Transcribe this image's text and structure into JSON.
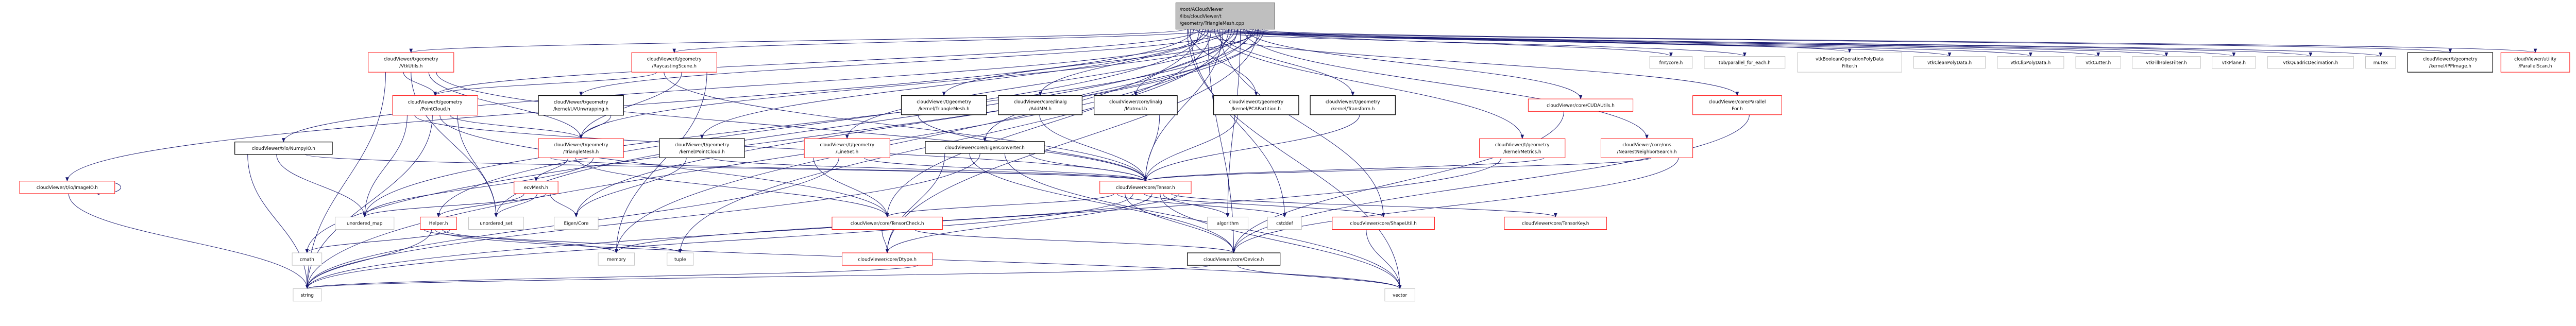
{
  "graph": {
    "edge_color": "#191970",
    "style_colors": {
      "root_fill": "#bfbfbf",
      "root_border": "#404040",
      "red": "#ff0000",
      "black": "#000000",
      "gray": "#bfbfbf"
    },
    "nodes": [
      {
        "id": "root",
        "style": "root",
        "lines": [
          "/root/ACloudViewer",
          "/libs/cloudViewer/t",
          "/geometry/TriangleMesh.cpp"
        ]
      },
      {
        "id": "vtkutils",
        "style": "red",
        "lines": [
          "cloudViewer/t/geometry",
          "/VtkUtils.h"
        ]
      },
      {
        "id": "raycast",
        "style": "red",
        "lines": [
          "cloudViewer/t/geometry",
          "/RaycastingScene.h"
        ]
      },
      {
        "id": "fmt",
        "style": "gray",
        "lines": [
          "fmt/core.h"
        ]
      },
      {
        "id": "tbb",
        "style": "gray",
        "lines": [
          "tbb/parallel_for_each.h"
        ]
      },
      {
        "id": "vtkbool",
        "style": "gray",
        "lines": [
          "vtkBooleanOperationPolyData",
          "Filter.h"
        ]
      },
      {
        "id": "vtkclean",
        "style": "gray",
        "lines": [
          "vtkCleanPolyData.h"
        ]
      },
      {
        "id": "vtkclip",
        "style": "gray",
        "lines": [
          "vtkClipPolyData.h"
        ]
      },
      {
        "id": "vtkcutter",
        "style": "gray",
        "lines": [
          "vtkCutter.h"
        ]
      },
      {
        "id": "vtkfill",
        "style": "gray",
        "lines": [
          "vtkFillHolesFilter.h"
        ]
      },
      {
        "id": "vtkplane",
        "style": "gray",
        "lines": [
          "vtkPlane.h"
        ]
      },
      {
        "id": "vtkquad",
        "style": "gray",
        "lines": [
          "vtkQuadricDecimation.h"
        ]
      },
      {
        "id": "mutex",
        "style": "gray",
        "lines": [
          "mutex"
        ]
      },
      {
        "id": "ipp",
        "style": "black",
        "lines": [
          "cloudViewer/t/geometry",
          "/kernel/IPPImage.h"
        ]
      },
      {
        "id": "pscan",
        "style": "red",
        "lines": [
          "cloudViewer/utility",
          "/ParallelScan.h"
        ]
      },
      {
        "id": "pointcloud",
        "style": "red",
        "lines": [
          "cloudViewer/t/geometry",
          "/PointCloud.h"
        ]
      },
      {
        "id": "uvunwrap",
        "style": "black",
        "lines": [
          "cloudViewer/t/geometry",
          "/kernel/UVUnwrapping.h"
        ]
      },
      {
        "id": "kmesh",
        "style": "black",
        "lines": [
          "cloudViewer/t/geometry",
          "/kernel/TriangleMesh.h"
        ]
      },
      {
        "id": "addmm",
        "style": "black",
        "lines": [
          "cloudViewer/core/linalg",
          "/AddMM.h"
        ]
      },
      {
        "id": "matmul",
        "style": "black",
        "lines": [
          "cloudViewer/core/linalg",
          "/Matmul.h"
        ]
      },
      {
        "id": "pca",
        "style": "black",
        "lines": [
          "cloudViewer/t/geometry",
          "/kernel/PCAPartition.h"
        ]
      },
      {
        "id": "transform",
        "style": "black",
        "lines": [
          "cloudViewer/t/geometry",
          "/kernel/Transform.h"
        ]
      },
      {
        "id": "cuda",
        "style": "red",
        "lines": [
          "cloudViewer/core/CUDAUtils.h"
        ]
      },
      {
        "id": "pfor",
        "style": "red",
        "lines": [
          "cloudViewer/core/Parallel",
          "For.h"
        ]
      },
      {
        "id": "numpy",
        "style": "black",
        "lines": [
          "cloudViewer/t/io/NumpyIO.h"
        ]
      },
      {
        "id": "tmesh",
        "style": "red",
        "lines": [
          "cloudViewer/t/geometry",
          "/TriangleMesh.h"
        ]
      },
      {
        "id": "kpc",
        "style": "black",
        "lines": [
          "cloudViewer/t/geometry",
          "/kernel/PointCloud.h"
        ]
      },
      {
        "id": "lineset",
        "style": "red",
        "lines": [
          "cloudViewer/t/geometry",
          "/LineSet.h"
        ]
      },
      {
        "id": "eigenconv",
        "style": "black",
        "lines": [
          "cloudViewer/core/EigenConverter.h"
        ]
      },
      {
        "id": "metrics",
        "style": "red",
        "lines": [
          "cloudViewer/t/geometry",
          "/kernel/Metrics.h"
        ]
      },
      {
        "id": "nns",
        "style": "red",
        "lines": [
          "cloudViewer/core/nns",
          "/NearestNeighborSearch.h"
        ]
      },
      {
        "id": "imageio",
        "style": "red",
        "lines": [
          "cloudViewer/t/io/ImageIO.h"
        ]
      },
      {
        "id": "ecvmesh",
        "style": "red",
        "lines": [
          "ecvMesh.h"
        ]
      },
      {
        "id": "tensor",
        "style": "red",
        "lines": [
          "cloudViewer/core/Tensor.h"
        ]
      },
      {
        "id": "umap",
        "style": "gray",
        "lines": [
          "unordered_map"
        ]
      },
      {
        "id": "helper",
        "style": "red",
        "lines": [
          "Helper.h"
        ]
      },
      {
        "id": "uset",
        "style": "gray",
        "lines": [
          "unordered_set"
        ]
      },
      {
        "id": "eigencore",
        "style": "gray",
        "lines": [
          "Eigen/Core"
        ]
      },
      {
        "id": "tcheck",
        "style": "red",
        "lines": [
          "cloudViewer/core/TensorCheck.h"
        ]
      },
      {
        "id": "algorithm",
        "style": "gray",
        "lines": [
          "algorithm"
        ]
      },
      {
        "id": "cstddef",
        "style": "gray",
        "lines": [
          "cstddef"
        ]
      },
      {
        "id": "shapeutil",
        "style": "red",
        "lines": [
          "cloudViewer/core/ShapeUtil.h"
        ]
      },
      {
        "id": "tkey",
        "style": "red",
        "lines": [
          "cloudViewer/core/TensorKey.h"
        ]
      },
      {
        "id": "cmath",
        "style": "gray",
        "lines": [
          "cmath"
        ]
      },
      {
        "id": "memory",
        "style": "gray",
        "lines": [
          "memory"
        ]
      },
      {
        "id": "tuple",
        "style": "gray",
        "lines": [
          "tuple"
        ]
      },
      {
        "id": "dtype",
        "style": "red",
        "lines": [
          "cloudViewer/core/Dtype.h"
        ]
      },
      {
        "id": "device",
        "style": "black",
        "lines": [
          "cloudViewer/core/Device.h"
        ]
      },
      {
        "id": "string",
        "style": "gray",
        "lines": [
          "string"
        ]
      },
      {
        "id": "vector",
        "style": "gray",
        "lines": [
          "vector"
        ]
      }
    ],
    "edges": [
      [
        "root",
        "vtkutils"
      ],
      [
        "root",
        "raycast"
      ],
      [
        "root",
        "fmt"
      ],
      [
        "root",
        "tbb"
      ],
      [
        "root",
        "vtkbool"
      ],
      [
        "root",
        "vtkclean"
      ],
      [
        "root",
        "vtkclip"
      ],
      [
        "root",
        "vtkcutter"
      ],
      [
        "root",
        "vtkfill"
      ],
      [
        "root",
        "vtkplane"
      ],
      [
        "root",
        "vtkquad"
      ],
      [
        "root",
        "mutex"
      ],
      [
        "root",
        "ipp"
      ],
      [
        "root",
        "pscan"
      ],
      [
        "root",
        "pointcloud"
      ],
      [
        "root",
        "uvunwrap"
      ],
      [
        "root",
        "kmesh"
      ],
      [
        "root",
        "addmm"
      ],
      [
        "root",
        "matmul"
      ],
      [
        "root",
        "pca"
      ],
      [
        "root",
        "transform"
      ],
      [
        "root",
        "cuda"
      ],
      [
        "root",
        "pfor"
      ],
      [
        "root",
        "numpy"
      ],
      [
        "root",
        "tmesh"
      ],
      [
        "root",
        "kpc"
      ],
      [
        "root",
        "lineset"
      ],
      [
        "root",
        "eigenconv"
      ],
      [
        "root",
        "metrics"
      ],
      [
        "root",
        "nns"
      ],
      [
        "root",
        "imageio"
      ],
      [
        "root",
        "tensor"
      ],
      [
        "root",
        "umap"
      ],
      [
        "root",
        "helper"
      ],
      [
        "root",
        "uset"
      ],
      [
        "root",
        "eigencore"
      ],
      [
        "root",
        "tcheck"
      ],
      [
        "root",
        "algorithm"
      ],
      [
        "root",
        "cstddef"
      ],
      [
        "root",
        "shapeutil"
      ],
      [
        "root",
        "cmath"
      ],
      [
        "root",
        "memory"
      ],
      [
        "root",
        "tuple"
      ],
      [
        "root",
        "dtype"
      ],
      [
        "root",
        "device"
      ],
      [
        "root",
        "string"
      ],
      [
        "root",
        "vector"
      ],
      [
        "vtkutils",
        "pointcloud"
      ],
      [
        "vtkutils",
        "tmesh"
      ],
      [
        "vtkutils",
        "string"
      ],
      [
        "vtkutils",
        "uset"
      ],
      [
        "vtkutils",
        "tensor"
      ],
      [
        "raycast",
        "pointcloud"
      ],
      [
        "raycast",
        "tmesh"
      ],
      [
        "raycast",
        "memory"
      ],
      [
        "raycast",
        "tensor"
      ],
      [
        "pointcloud",
        "tmesh"
      ],
      [
        "pointcloud",
        "umap"
      ],
      [
        "pointcloud",
        "string"
      ],
      [
        "pointcloud",
        "uset"
      ],
      [
        "pointcloud",
        "tensor"
      ],
      [
        "pointcloud",
        "tcheck"
      ],
      [
        "uvunwrap",
        "tmesh"
      ],
      [
        "tmesh",
        "ecvmesh"
      ],
      [
        "tmesh",
        "umap"
      ],
      [
        "tmesh",
        "tensor"
      ],
      [
        "tmesh",
        "tcheck"
      ],
      [
        "ecvmesh",
        "umap"
      ],
      [
        "ecvmesh",
        "helper"
      ],
      [
        "ecvmesh",
        "uset"
      ],
      [
        "ecvmesh",
        "eigencore"
      ],
      [
        "kpc",
        "eigencore"
      ],
      [
        "kpc",
        "tensor"
      ],
      [
        "lineset",
        "tcheck"
      ],
      [
        "lineset",
        "string"
      ],
      [
        "lineset",
        "tensor"
      ],
      [
        "kmesh",
        "tensor"
      ],
      [
        "addmm",
        "tensor"
      ],
      [
        "matmul",
        "tensor"
      ],
      [
        "pca",
        "tensor"
      ],
      [
        "transform",
        "tensor"
      ],
      [
        "eigenconv",
        "tensor"
      ],
      [
        "eigenconv",
        "device"
      ],
      [
        "eigenconv",
        "vector"
      ],
      [
        "eigenconv",
        "dtype"
      ],
      [
        "eigenconv",
        "string"
      ],
      [
        "metrics",
        "tensor"
      ],
      [
        "metrics",
        "string"
      ],
      [
        "nns",
        "tensor"
      ],
      [
        "nns",
        "device"
      ],
      [
        "cuda",
        "device"
      ],
      [
        "pfor",
        "device"
      ],
      [
        "numpy",
        "string"
      ],
      [
        "numpy",
        "umap"
      ],
      [
        "numpy",
        "tensor"
      ],
      [
        "imageio",
        "imageio"
      ],
      [
        "imageio",
        "string"
      ],
      [
        "helper",
        "cmath"
      ],
      [
        "helper",
        "string"
      ],
      [
        "helper",
        "memory"
      ],
      [
        "helper",
        "tuple"
      ],
      [
        "helper",
        "vector"
      ],
      [
        "tensor",
        "algorithm"
      ],
      [
        "tensor",
        "cstddef"
      ],
      [
        "tensor",
        "shapeutil"
      ],
      [
        "tensor",
        "tkey"
      ],
      [
        "tensor",
        "device"
      ],
      [
        "tensor",
        "dtype"
      ],
      [
        "tensor",
        "memory"
      ],
      [
        "tensor",
        "string"
      ],
      [
        "tensor",
        "vector"
      ],
      [
        "tensor",
        "tcheck"
      ],
      [
        "tcheck",
        "dtype"
      ],
      [
        "tcheck",
        "device"
      ],
      [
        "device",
        "string"
      ],
      [
        "device",
        "vector"
      ],
      [
        "dtype",
        "string"
      ],
      [
        "shapeutil",
        "vector"
      ]
    ]
  }
}
